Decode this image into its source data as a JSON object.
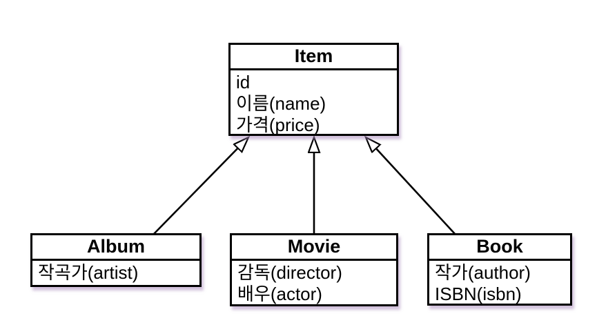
{
  "diagram": {
    "kind": "uml-class-diagram",
    "background_color": "#ffffff",
    "line_color": "#000000",
    "box_fill_color": "#ffffff",
    "shadow_color": "#ac8cbe",
    "classes": [
      {
        "name": "Item",
        "attributes": [
          "id",
          "이름(name)",
          "가격(price)"
        ]
      },
      {
        "name": "Album",
        "attributes": [
          "작곡가(artist)"
        ]
      },
      {
        "name": "Movie",
        "attributes": [
          "감독(director)",
          "배우(actor)"
        ]
      },
      {
        "name": "Book",
        "attributes": [
          "작가(author)",
          "ISBN(isbn)"
        ]
      }
    ],
    "relationships": [
      {
        "from": "Album",
        "to": "Item",
        "type": "generalization"
      },
      {
        "from": "Movie",
        "to": "Item",
        "type": "generalization"
      },
      {
        "from": "Book",
        "to": "Item",
        "type": "generalization"
      }
    ]
  }
}
